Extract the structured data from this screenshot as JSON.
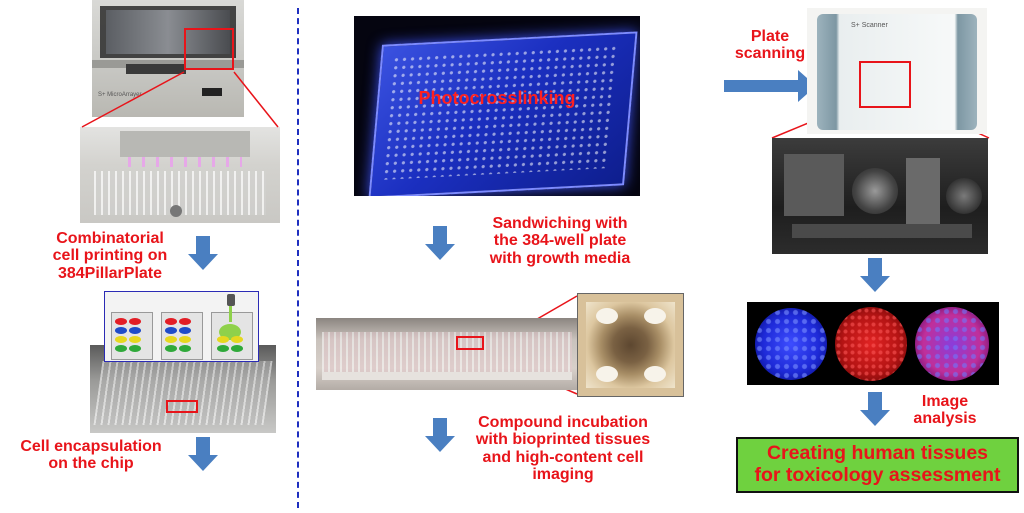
{
  "labels": {
    "combinatorial": "Combinatorial\ncell printing on\n384PillarPlate",
    "encapsulation": "Cell encapsulation\non the chip",
    "photocrosslinking": "Photocrosslinking",
    "sandwiching": "Sandwiching with\nthe 384-well plate\nwith growth media",
    "compound": "Compound incubation\nwith bioprinted tissues\nand high-content cell\nimaging",
    "plate_scanning": "Plate\nscanning",
    "image_analysis": "Image\nanalysis",
    "final": "Creating human tissues\nfor toxicology assessment"
  },
  "device_text": {
    "microarrayer": "S+ MicroArrayer",
    "scanner": "S+ Scanner"
  },
  "colors": {
    "label_red": "#e8141a",
    "arrow_blue": "#4a7fc1",
    "divider_blue": "#1f2fbf",
    "final_box_green": "#6fd13f"
  }
}
